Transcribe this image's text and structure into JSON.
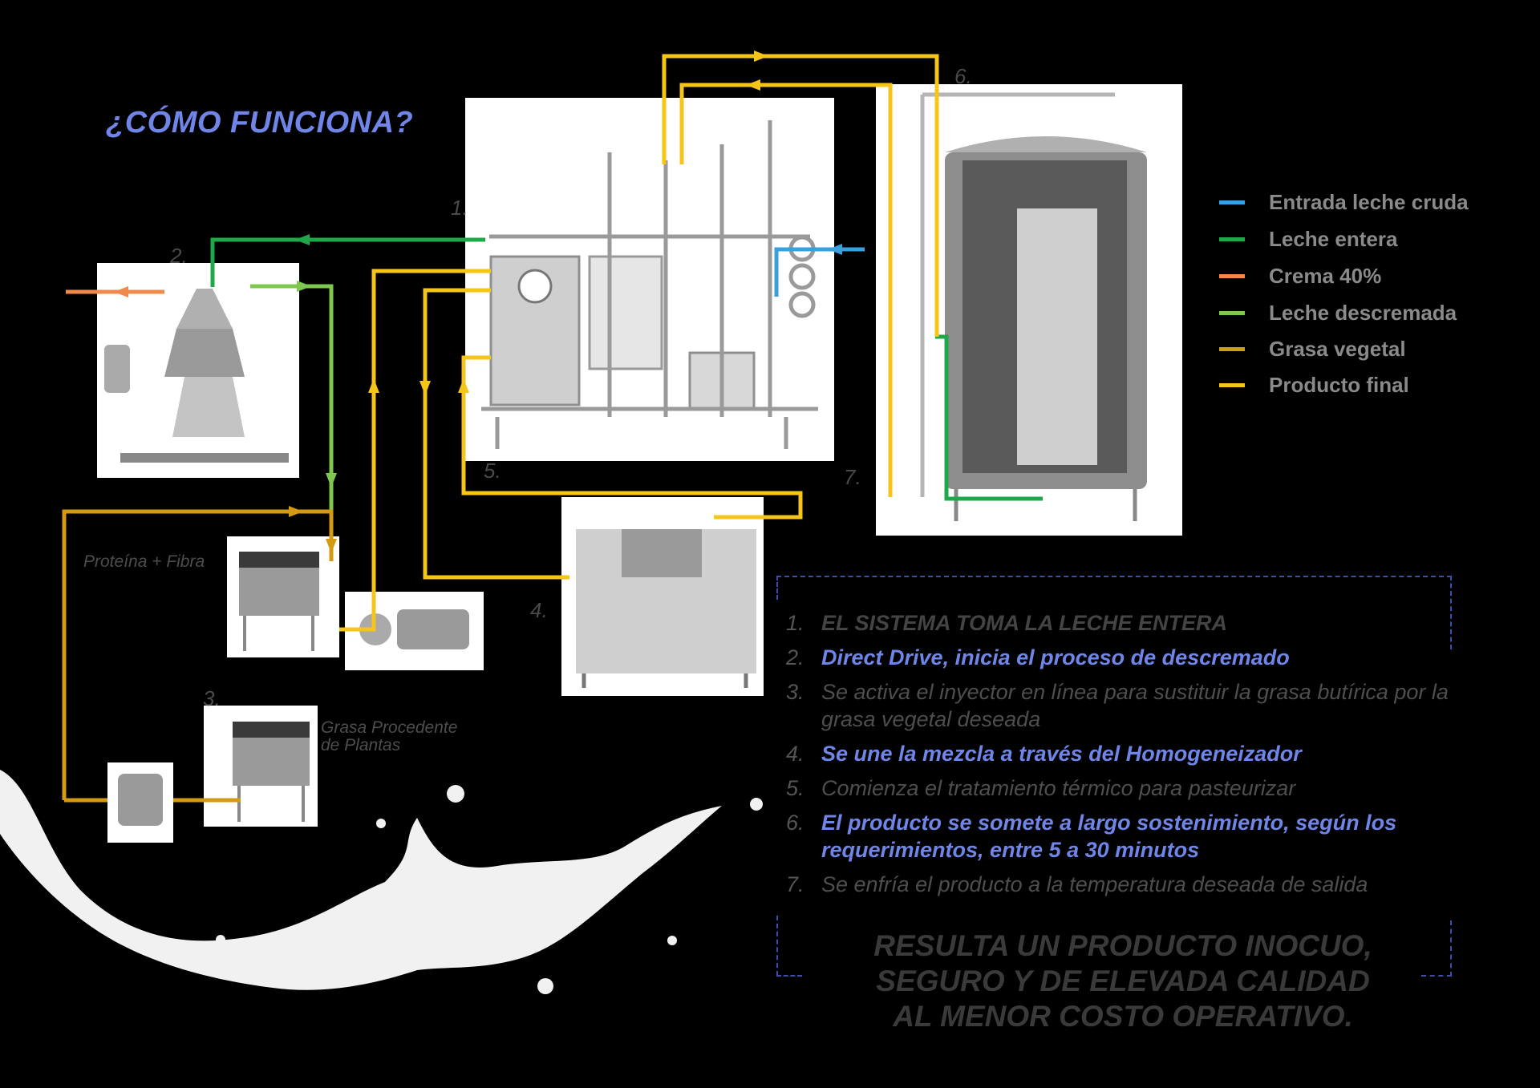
{
  "title": "¿CÓMO FUNCIONA?",
  "equipment_numbers": [
    "1.",
    "2.",
    "3.",
    "4.",
    "5.",
    "6.",
    "7."
  ],
  "notes": {
    "protein": "Proteína + Fibra",
    "fat_line1": "Grasa Procedente",
    "fat_line2": "de Plantas"
  },
  "legend": [
    {
      "label": "Entrada leche cruda",
      "color": "#3aa0dc"
    },
    {
      "label": "Leche entera",
      "color": "#1fa84a"
    },
    {
      "label": "Crema 40%",
      "color": "#f08a4b"
    },
    {
      "label": "Leche descremada",
      "color": "#7ec850"
    },
    {
      "label": "Grasa vegetal",
      "color": "#d49a12"
    },
    {
      "label": "Producto final",
      "color": "#f5c518"
    }
  ],
  "steps": [
    {
      "n": "1.",
      "text": "EL SISTEMA TOMA LA LECHE ENTERA"
    },
    {
      "n": "2.",
      "text": "Direct Drive, inicia el proceso de descremado"
    },
    {
      "n": "3.",
      "text": "Se activa el inyector en línea para sustituir la grasa butírica por la grasa vegetal deseada"
    },
    {
      "n": "4.",
      "text": "Se une la mezcla a través del Homogeneizador"
    },
    {
      "n": "5.",
      "text": "Comienza el tratamiento térmico para pasteurizar"
    },
    {
      "n": "6.",
      "text": "El producto se somete a largo sostenimiento, según los requerimientos, entre 5 a 30 minutos"
    },
    {
      "n": "7.",
      "text": "Se enfría el producto a la temperatura deseada de salida"
    }
  ],
  "conclusion": {
    "line1": "RESULTA UN PRODUCTO INOCUO,",
    "line2": "SEGURO Y DE ELEVADA CALIDAD",
    "line3": "AL MENOR COSTO OPERATIVO."
  }
}
